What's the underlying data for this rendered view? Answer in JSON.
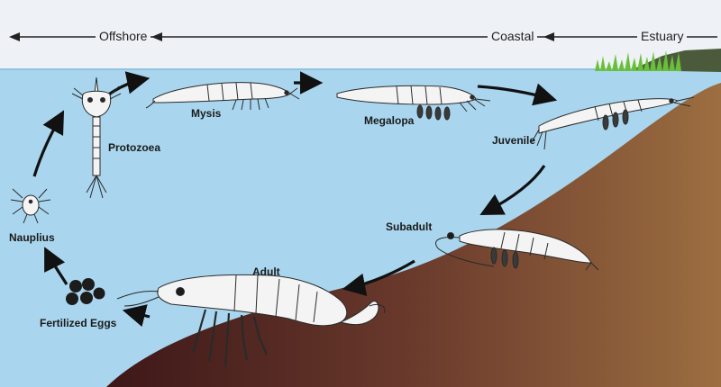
{
  "zones": {
    "offshore": "Offshore",
    "coastal": "Coastal",
    "estuary": "Estuary"
  },
  "stages": {
    "protozoea": "Protozoea",
    "mysis": "Mysis",
    "megalopa": "Megalopa",
    "juvenile": "Juvenile",
    "subadult": "Subadult",
    "adult": "Adult",
    "eggs": "Fertilized Eggs",
    "nauplius": "Nauplius"
  },
  "colors": {
    "sky": "#eef1f6",
    "water": "#a9d6ee",
    "water_line": "#8fc3e0",
    "seabed_dark": "#4a1e1e",
    "seabed_light": "#9a6b3e",
    "vegetation": "#6abf3a",
    "arrow": "#111111",
    "organism_fill": "#f4f4f4",
    "organism_stroke": "#2a2a2a",
    "egg": "#1c1c1c"
  }
}
